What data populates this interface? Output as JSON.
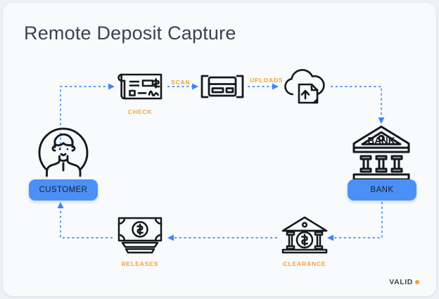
{
  "page": {
    "title": "Remote Deposit Capture",
    "background_color": "#eef1f5",
    "card_color": "#f8fafc"
  },
  "colors": {
    "accent_orange": "#f2a13d",
    "node_blue": "#4b90f7",
    "line_blue": "#5b9cf2",
    "icon_black": "#15181d",
    "title_gray": "#3b4253"
  },
  "diagram": {
    "type": "flow",
    "nodes": [
      {
        "id": "customer",
        "label": "CUSTOMER",
        "icon": "person-avatar-icon",
        "style": "pill"
      },
      {
        "id": "check",
        "label": "CHECK",
        "icon": "paper-check-icon",
        "style": "caption"
      },
      {
        "id": "scanner",
        "label": "",
        "icon": "scanner-capture-icon",
        "style": "none"
      },
      {
        "id": "cloud",
        "label": "",
        "icon": "cloud-upload-icon",
        "style": "none"
      },
      {
        "id": "bank",
        "label": "BANK",
        "icon": "bank-building-icon",
        "style": "pill"
      },
      {
        "id": "clearance",
        "label": "CLEARANCE",
        "icon": "bank-dollar-icon",
        "style": "caption"
      },
      {
        "id": "releases",
        "label": "RELEASES",
        "icon": "cash-stack-icon",
        "style": "caption"
      }
    ],
    "edge_labels": [
      {
        "id": "scan",
        "text": "SCAN"
      },
      {
        "id": "uploads",
        "text": "UPLOADS"
      }
    ],
    "edges": [
      {
        "from": "customer",
        "to": "check",
        "label": ""
      },
      {
        "from": "check",
        "to": "scanner",
        "label": "SCAN"
      },
      {
        "from": "scanner",
        "to": "cloud",
        "label": "UPLOADS"
      },
      {
        "from": "cloud",
        "to": "bank",
        "label": ""
      },
      {
        "from": "bank",
        "to": "clearance",
        "label": ""
      },
      {
        "from": "clearance",
        "to": "releases",
        "label": ""
      },
      {
        "from": "releases",
        "to": "customer",
        "label": ""
      }
    ]
  },
  "brand": {
    "name": "VALID",
    "dot_color": "#f2a13d"
  }
}
